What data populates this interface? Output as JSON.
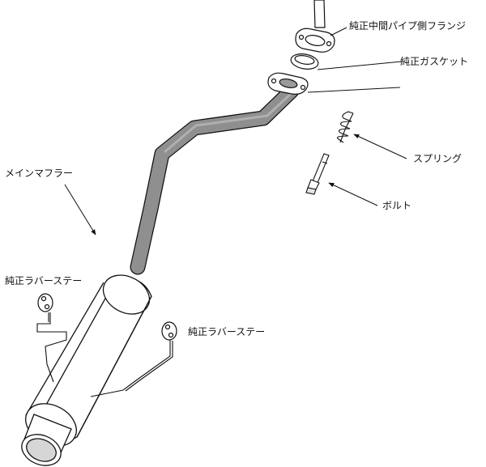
{
  "labels": {
    "center_pipe_flange": "純正中間パイプ側フランジ",
    "gasket": "純正ガスケット",
    "spring": "スプリング",
    "bolt": "ボルト",
    "main_muffler": "メインマフラー",
    "rubber_stay_left": "純正ラバーステー",
    "rubber_stay_right": "純正ラバーステー"
  }
}
